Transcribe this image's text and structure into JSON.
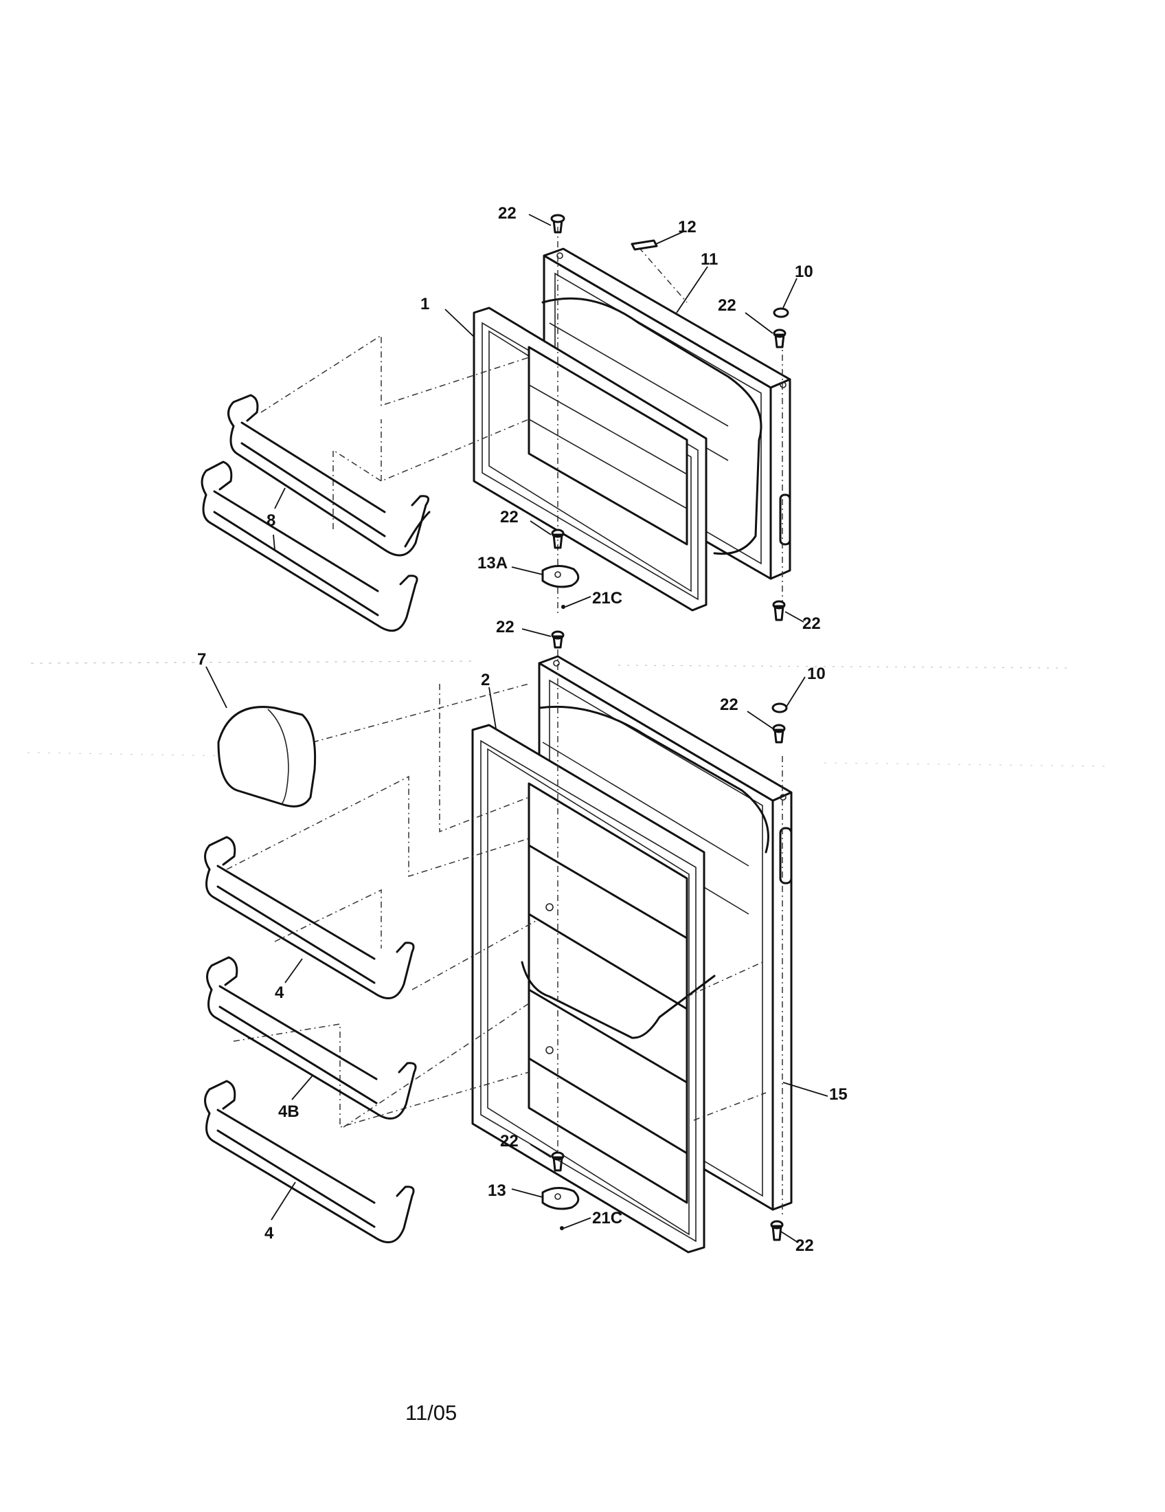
{
  "callouts": {
    "c22_top": "22",
    "c12": "12",
    "c11": "11",
    "c10_upper": "10",
    "c22_upper_right": "22",
    "c1": "1",
    "c8": "8",
    "c22_upper_mid": "22",
    "c13A": "13A",
    "c21C_upper": "21C",
    "c22_upper_bottom_right": "22",
    "c22_lower_top": "22",
    "c7": "7",
    "c2": "2",
    "c10_lower": "10",
    "c22_lower_right": "22",
    "c4_upper": "4",
    "c4B": "4B",
    "c15": "15",
    "c22_lower_mid": "22",
    "c13": "13",
    "c21C_lower": "21C",
    "c4_lower": "4",
    "c22_lower_bottom_right": "22"
  },
  "footer": {
    "date": "11/05"
  }
}
